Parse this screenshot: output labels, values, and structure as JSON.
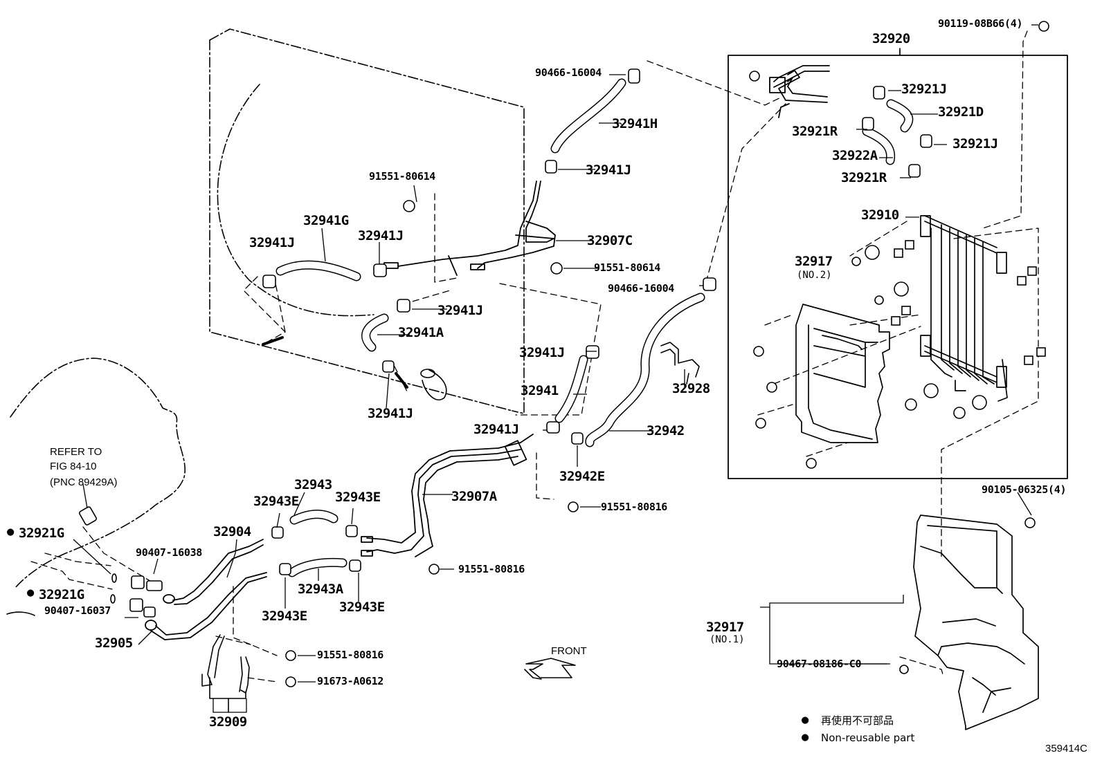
{
  "diagram": {
    "figure_code": "359414C",
    "front_label": "FRONT",
    "refer": {
      "line1": "REFER TO",
      "line2": "FIG 84-10",
      "line3": "(PNC 89429A)"
    },
    "legend": {
      "marker": "●",
      "japanese": "再使用不可部品",
      "english": "Non-reusable part"
    },
    "parts": {
      "p90119": "90119-08B66(4)",
      "p32920": "32920",
      "p32921J_a": "32921J",
      "p32921D": "32921D",
      "p32921R_a": "32921R",
      "p32921J_b": "32921J",
      "p32922A": "32922A",
      "p32921R_b": "32921R",
      "p32910": "32910",
      "p32917_2": "32917",
      "p32917_2_sub": "(NO.2)",
      "p90466_a": "90466-16004",
      "p32941H": "32941H",
      "p32941J_a": "32941J",
      "p91551_a": "91551-80614",
      "p32941G": "32941G",
      "p32941J_b": "32941J",
      "p32941J_c": "32941J",
      "p32907C": "32907C",
      "p91551_b": "91551-80614",
      "p90466_b": "90466-16004",
      "p32941J_d": "32941J",
      "p32941A": "32941A",
      "p32941J_e": "32941J",
      "p32928": "32928",
      "p32941": "32941",
      "p32941J_f": "32941J",
      "p32941J_g": "32941J",
      "p32942": "32942",
      "p32942E": "32942E",
      "p32907A": "32907A",
      "p91551_c": "91551-80816",
      "p32943": "32943",
      "p32943E_a": "32943E",
      "p32943E_b": "32943E",
      "p32904": "32904",
      "p90407_a": "90407-16038",
      "p32921G_a": "32921G",
      "p32921G_b": "32921G",
      "p90407_b": "90407-16037",
      "p91551_d": "91551-80816",
      "p32943A": "32943A",
      "p32943E_c": "32943E",
      "p32943E_d": "32943E",
      "p32905": "32905",
      "p91551_e": "91551-80816",
      "p91673": "91673-A0612",
      "p32909": "32909",
      "p90105": "90105-06325(4)",
      "p32917_1": "32917",
      "p32917_1_sub": "(NO.1)",
      "p90467": "90467-08186-C0"
    }
  }
}
